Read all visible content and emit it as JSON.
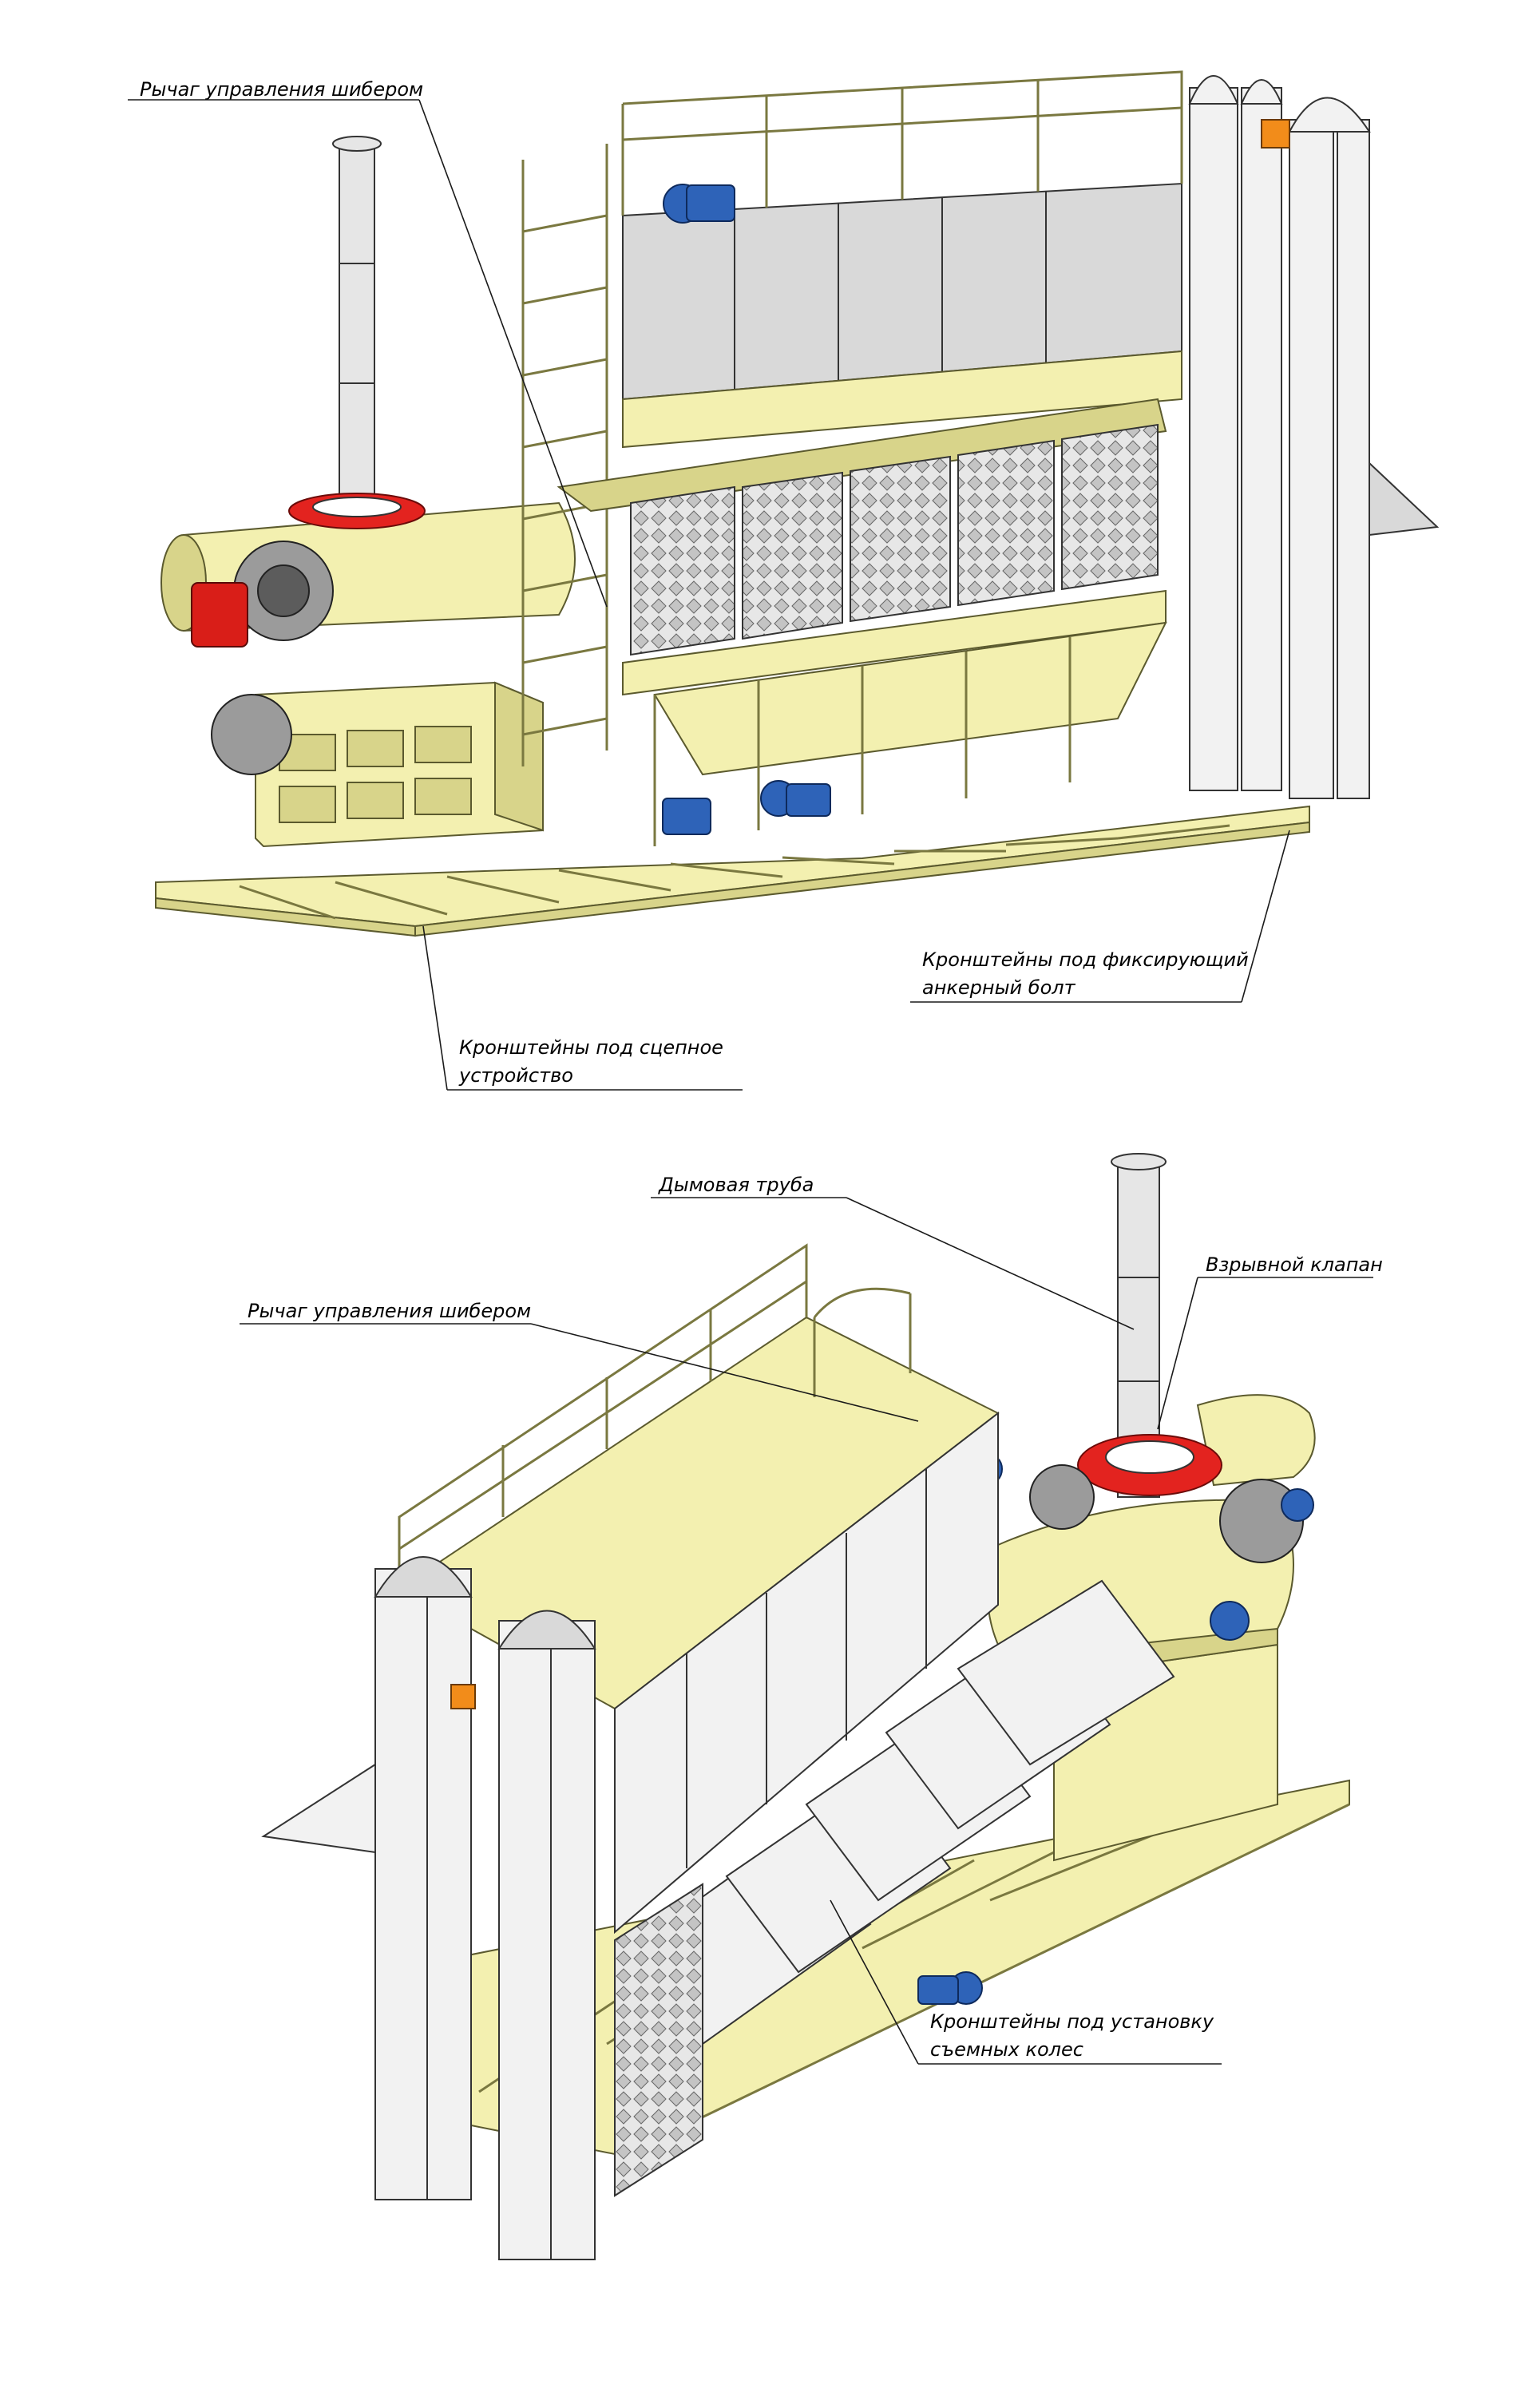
{
  "views": [
    {
      "name": "top-view",
      "callouts": [
        {
          "id": "damper-lever-top",
          "label": "Рычаг управления шибером"
        },
        {
          "id": "anchor-brackets",
          "label_lines": [
            "Кронштейны под фиксирующий",
            "анкерный болт"
          ]
        },
        {
          "id": "hitch-brackets",
          "label_lines": [
            "Кронштейны под сцепное",
            "устройство"
          ]
        }
      ]
    },
    {
      "name": "bottom-view",
      "callouts": [
        {
          "id": "chimney",
          "label": "Дымовая труба"
        },
        {
          "id": "explosion-valve",
          "label": "Взрывной клапан"
        },
        {
          "id": "damper-lever-bottom",
          "label": "Рычаг управления шибером"
        },
        {
          "id": "wheel-brackets",
          "label_lines": [
            "Кронштейны под установку",
            "съемных колес"
          ]
        }
      ]
    }
  ],
  "colors": {
    "frame": "#f3f0b0",
    "panel": "#d9d9d9",
    "motor": "#2e63b8",
    "burner": "#d91e18",
    "ring": "#e3231f",
    "gearbox": "#f28c1a"
  }
}
